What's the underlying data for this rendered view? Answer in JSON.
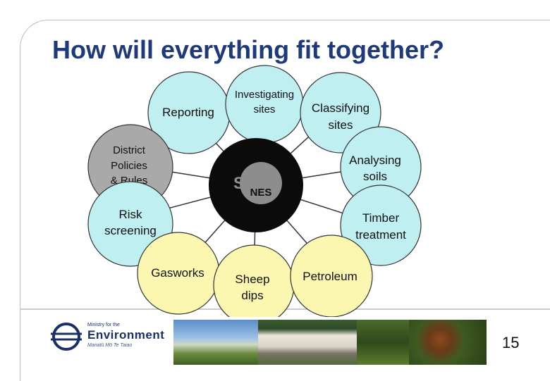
{
  "slide": {
    "title": "How will everything fit together?",
    "page_number": "15"
  },
  "center": {
    "label": "SGVs",
    "sub_label": "NES"
  },
  "nodes": [
    {
      "id": "investigating",
      "lines": [
        "Investigating",
        "sites"
      ],
      "fill": "#bfeff1"
    },
    {
      "id": "classifying",
      "lines": [
        "Classifying",
        "sites"
      ],
      "fill": "#bfeff1"
    },
    {
      "id": "analysing",
      "lines": [
        "Analysing",
        "soils"
      ],
      "fill": "#bfeff1"
    },
    {
      "id": "timber",
      "lines": [
        "Timber",
        "treatment"
      ],
      "fill": "#bfeff1"
    },
    {
      "id": "petroleum",
      "lines": [
        "Petroleum"
      ],
      "fill": "#fbf7b0"
    },
    {
      "id": "sheep",
      "lines": [
        "Sheep",
        "dips"
      ],
      "fill": "#fbf7b0"
    },
    {
      "id": "gasworks",
      "lines": [
        "Gasworks"
      ],
      "fill": "#fbf7b0"
    },
    {
      "id": "risk",
      "lines": [
        "Risk",
        "screening"
      ],
      "fill": "#bfeff1"
    },
    {
      "id": "district",
      "lines": [
        "District",
        "Policies",
        "& Rules"
      ],
      "fill": "#a9a9a9"
    },
    {
      "id": "reporting",
      "lines": [
        "Reporting"
      ],
      "fill": "#bfeff1"
    }
  ],
  "footer": {
    "org_line1": "Ministry for the",
    "org_line2": "Environment",
    "org_line3": "Manatū Mō Te Taiao"
  }
}
